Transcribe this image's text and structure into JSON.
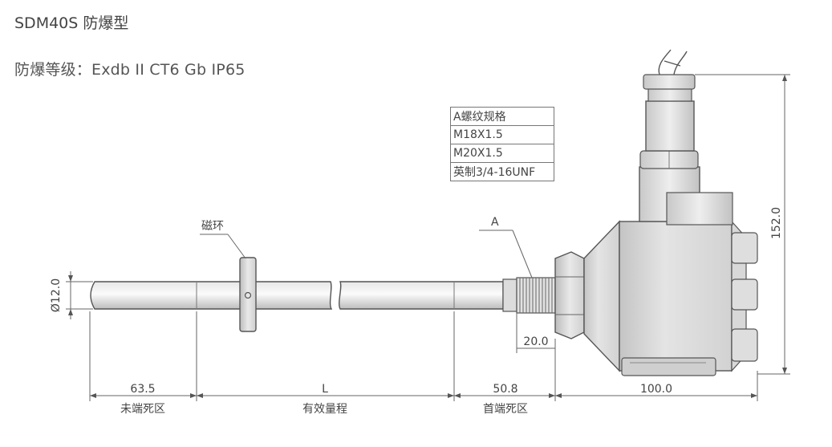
{
  "header": {
    "title": "SDM40S 防爆型",
    "rating": "防爆等级：Exdb  II  CT6 Gb   IP65"
  },
  "thread_table": {
    "rows": [
      "A螺纹规格",
      "M18X1.5",
      "M20X1.5",
      "英制3/4-16UNF"
    ]
  },
  "labels": {
    "magnetic_ring": "磁环",
    "thread_marker": "A",
    "diameter": "Ø12.0",
    "thread_length": "20.0",
    "height": "152.0",
    "dim_end_dead": "63.5",
    "dim_range": "L",
    "dim_head_dead": "50.8",
    "dim_housing": "100.0",
    "end_dead_zone": "未端死区",
    "effective_range": "有效量程",
    "head_dead_zone": "首端死区"
  }
}
